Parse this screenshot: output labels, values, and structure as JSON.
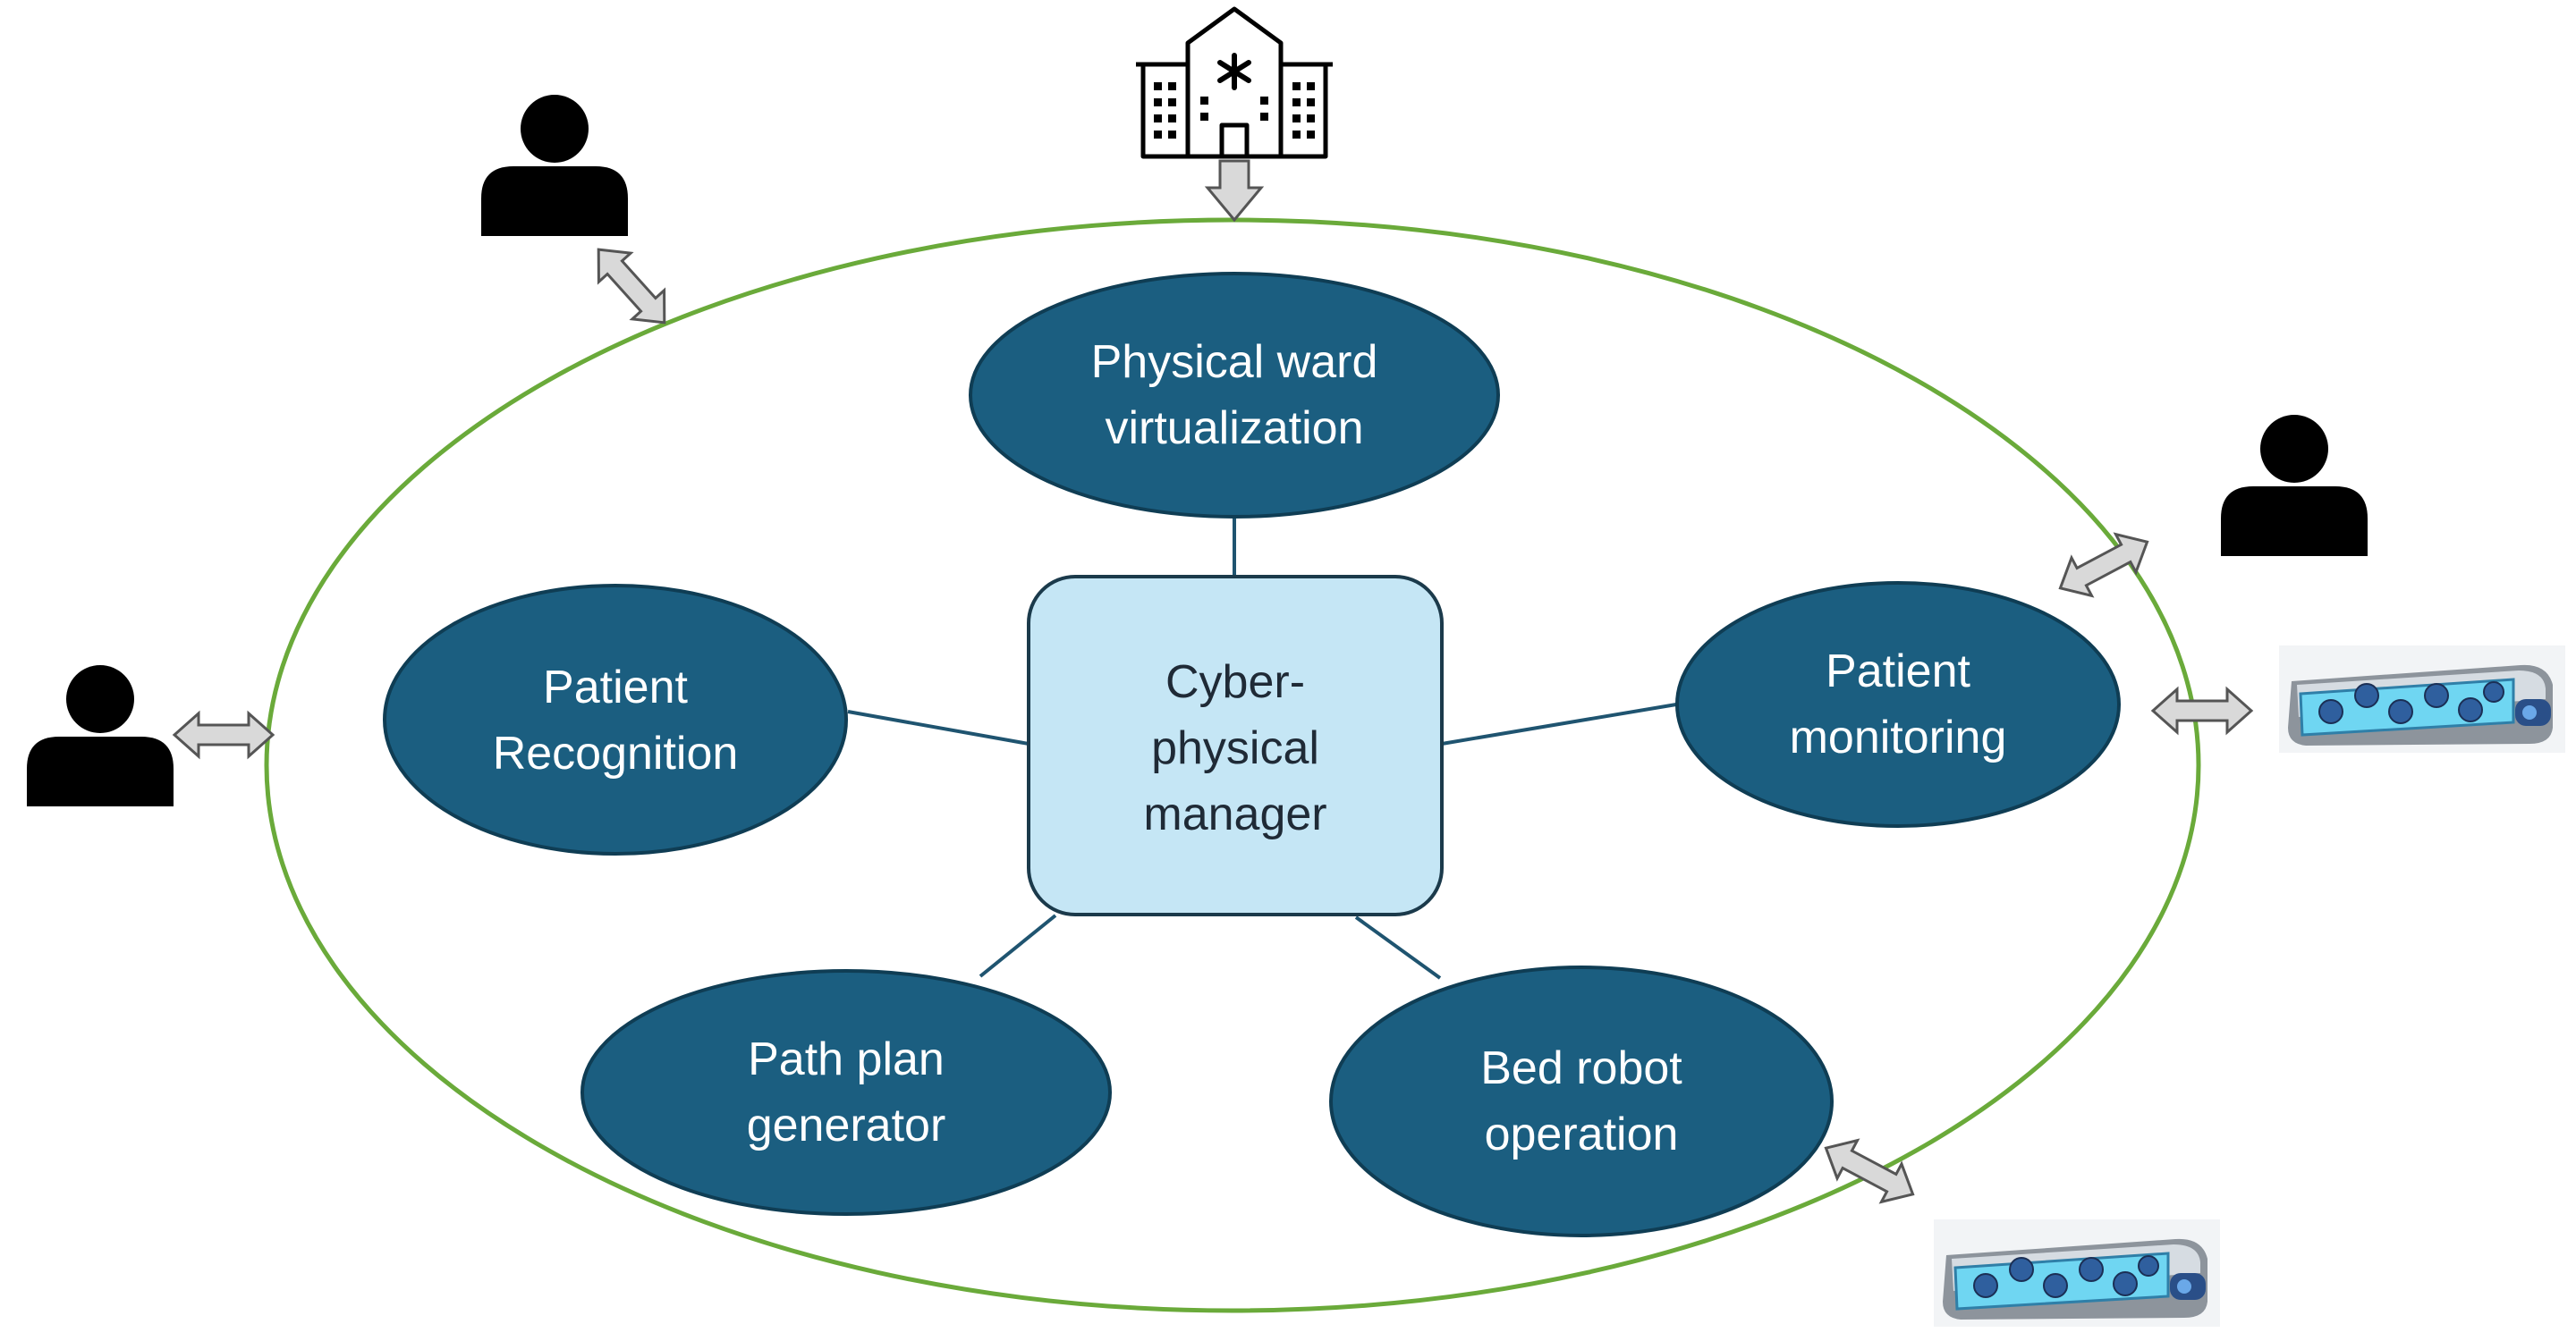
{
  "center": {
    "lines": [
      "Cyber-",
      "physical",
      "manager"
    ]
  },
  "nodes": {
    "ward_virtualization": {
      "lines": [
        "Physical ward",
        "virtualization"
      ]
    },
    "patient_recognition": {
      "lines": [
        "Patient",
        "Recognition"
      ]
    },
    "patient_monitoring": {
      "lines": [
        "Patient",
        "monitoring"
      ]
    },
    "path_plan_generator": {
      "lines": [
        "Path plan",
        "generator"
      ]
    },
    "bed_robot_operation": {
      "lines": [
        "Bed robot",
        "operation"
      ]
    }
  },
  "icons": {
    "hospital": "hospital-icon",
    "person": "person-icon",
    "bed_robot": "bed-robot-icon",
    "double_arrow": "double-arrow-icon",
    "down_arrow": "down-arrow-icon"
  },
  "colors": {
    "node_fill": "#1b5e80",
    "node_stroke": "#0f3d54",
    "center_fill": "#c5e6f5",
    "center_stroke": "#1b3a4b",
    "boundary": "#6aaa3a",
    "connector": "#1f5470",
    "arrow_fill": "#d9d9d9",
    "arrow_stroke": "#555555",
    "icon": "#000000"
  }
}
